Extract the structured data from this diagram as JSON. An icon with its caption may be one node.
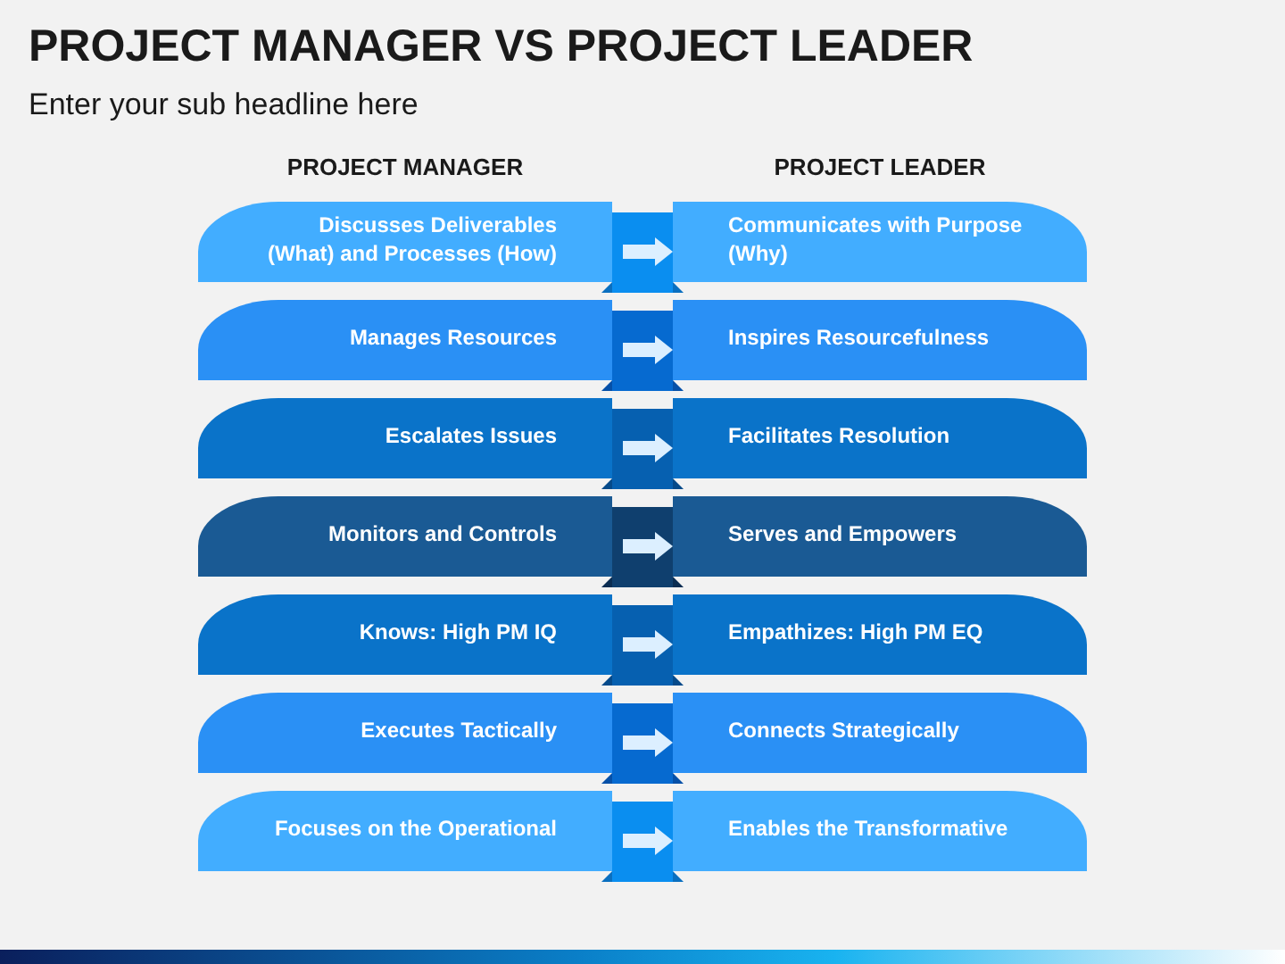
{
  "diagram": {
    "title": "PROJECT MANAGER VS PROJECT LEADER",
    "nodes": [
      {
        "text": [
          "Discusses Deliverables (What) and Processes (How)"
        ]
      },
      {
        "text": [
          "Communicates with Purpose (Why)"
        ]
      },
      {
        "text": [
          "Manages Resources"
        ]
      },
      {
        "text": [
          "Inspires Resourcefulness"
        ]
      },
      {
        "text": [
          "Escalates Issues"
        ]
      },
      {
        "text": [
          "Facilitates Resolution"
        ]
      },
      {
        "text": [
          "Monitors and Controls"
        ]
      },
      {
        "text": [
          "Serves and Empowers"
        ]
      },
      {
        "text": [
          "Knows: High PM IQ"
        ]
      },
      {
        "text": [
          "Empathizes: High PM EQ"
        ]
      },
      {
        "text": [
          "Executes Tactically"
        ]
      },
      {
        "text": [
          "Connects Strategically"
        ]
      },
      {
        "text": [
          "Focuses on the Operational"
        ]
      },
      {
        "text": [
          "Enables the Transformative"
        ]
      }
    ],
    "edges": [
      {
        "from": 0,
        "to": 1,
        "arrow": "to"
      },
      {
        "from": 2,
        "to": 3,
        "arrow": "to"
      },
      {
        "from": 4,
        "to": 5,
        "arrow": "to"
      },
      {
        "from": 6,
        "to": 7,
        "arrow": "to"
      },
      {
        "from": 8,
        "to": 9,
        "arrow": "to"
      },
      {
        "from": 10,
        "to": 11,
        "arrow": "to"
      },
      {
        "from": 12,
        "to": 13,
        "arrow": "to"
      }
    ],
    "labels": [
      "Enter your sub headline here",
      "PROJECT MANAGER",
      "PROJECT LEADER"
    ]
  }
}
